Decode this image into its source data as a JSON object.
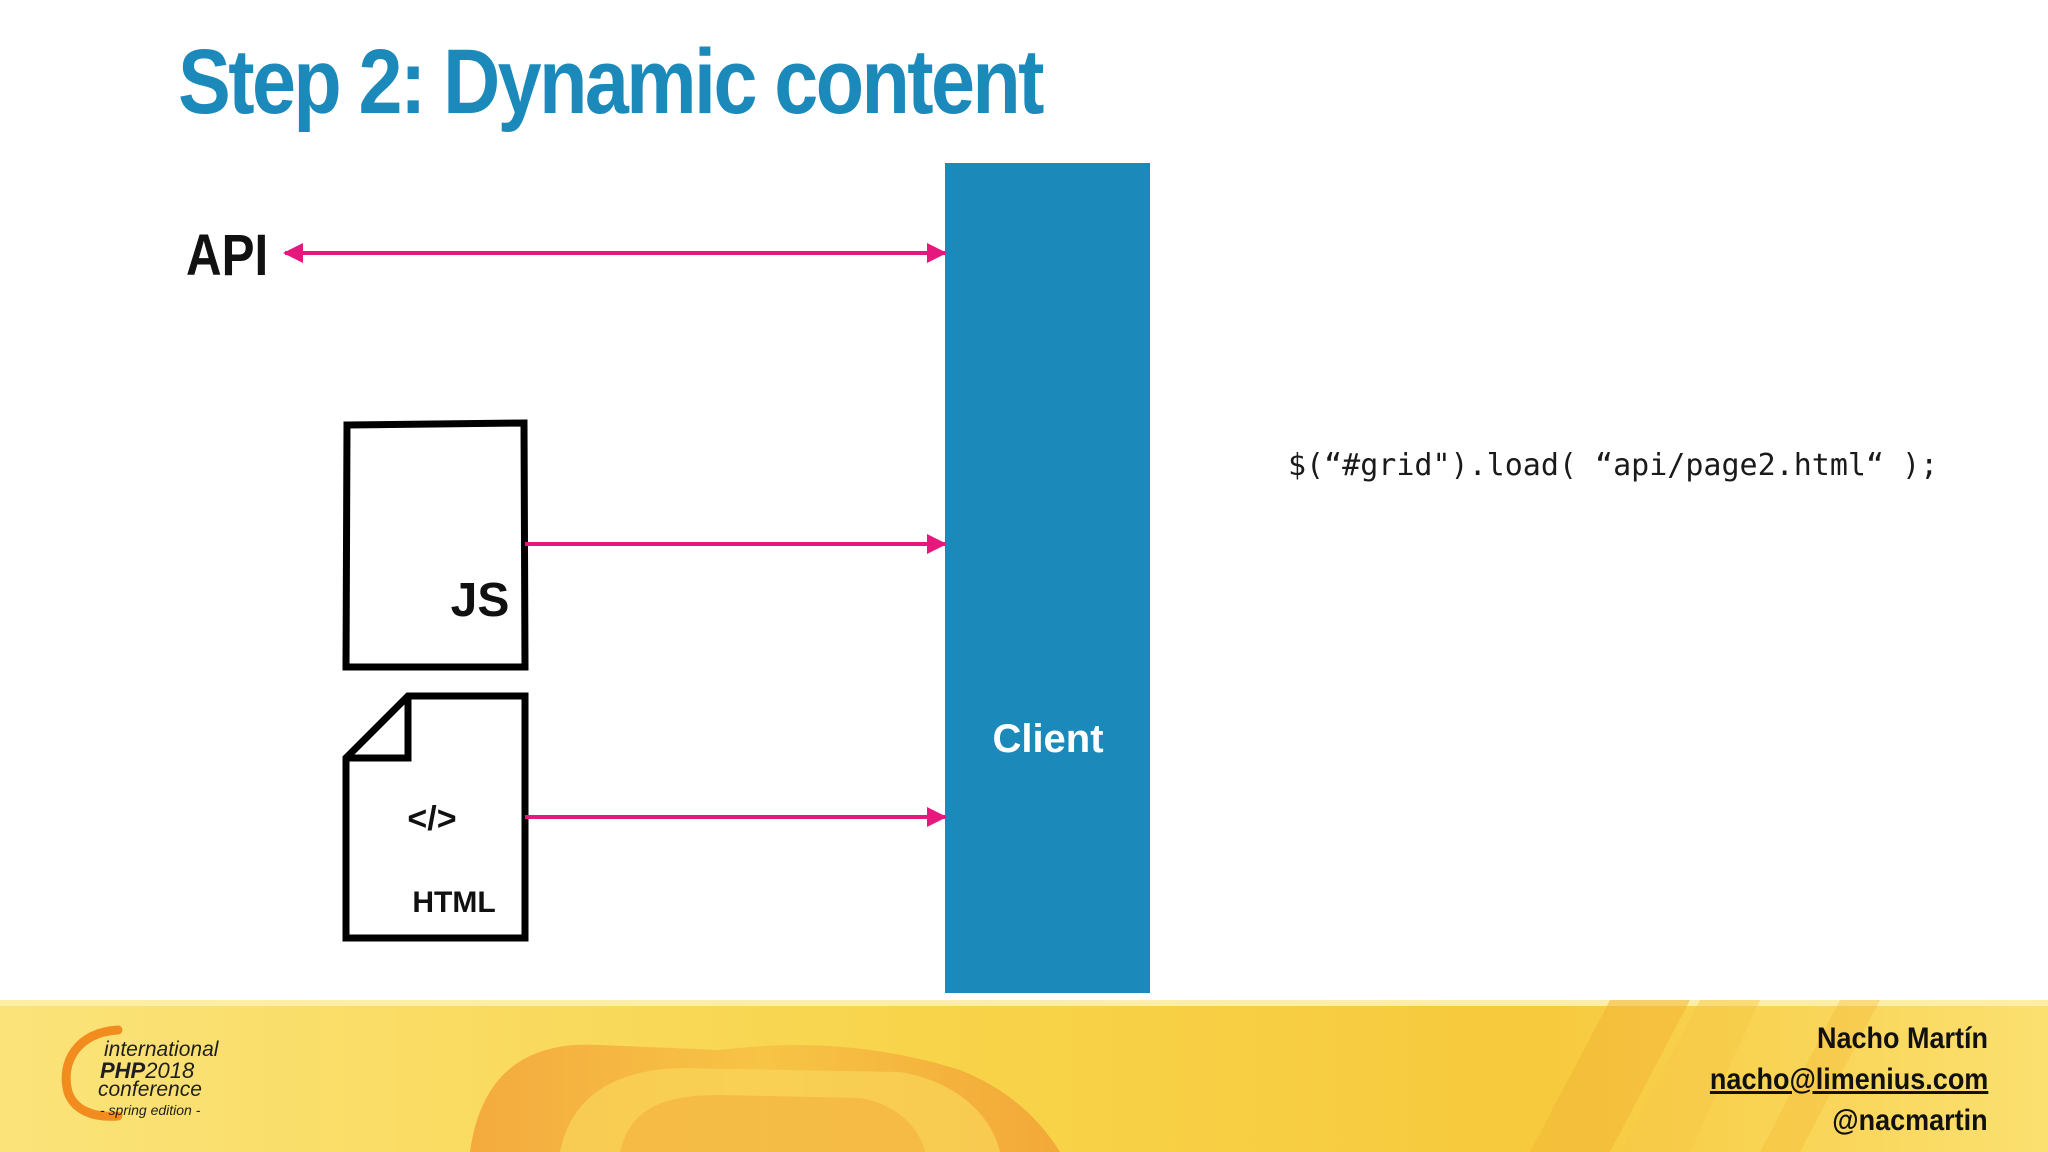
{
  "slide": {
    "title": "Step 2: Dynamic content",
    "api_label": "API",
    "client_label": "Client",
    "js_label": "JS",
    "html_code_glyph": "</>",
    "html_label": "HTML",
    "code_snippet": "$(“#grid\").load( “api/page2.html“ );"
  },
  "footer": {
    "author_name": "Nacho Martín",
    "author_email": "nacho@limenius.com",
    "author_handle": "@nacmartin",
    "logo": {
      "line1": "international",
      "line2_php": "PHP",
      "line2_year": "2018",
      "line3": "conference",
      "line4": "- spring edition -"
    }
  },
  "colors": {
    "title": "#1b8aba",
    "client_box": "#1b8aba",
    "arrow": "#e6177d",
    "footer_yellow": "#f9d84a",
    "footer_orange": "#f2a93b"
  },
  "icons": {
    "js_document": "document-icon",
    "html_document": "folded-document-icon"
  }
}
